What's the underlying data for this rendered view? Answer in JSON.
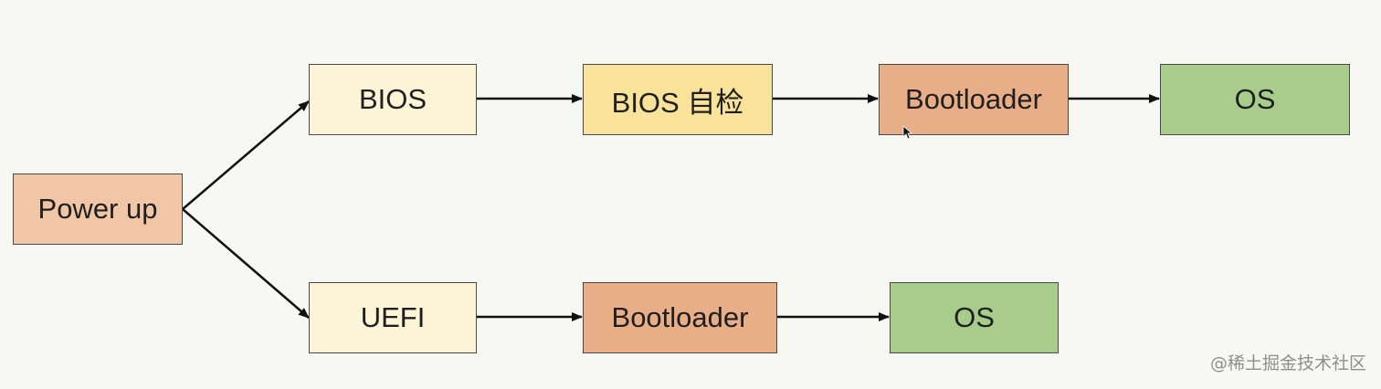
{
  "diagram": {
    "nodes": {
      "power_up": {
        "label": "Power up",
        "color": "#f1c6a6"
      },
      "bios": {
        "label": "BIOS",
        "color": "#fdf3d7"
      },
      "bios_post": {
        "label": "BIOS 自检",
        "color": "#f9e29a"
      },
      "bootloader_top": {
        "label": "Bootloader",
        "color": "#e8ae88"
      },
      "os_top": {
        "label": "OS",
        "color": "#a8cc8c"
      },
      "uefi": {
        "label": "UEFI",
        "color": "#fdf3d7"
      },
      "bootloader_bottom": {
        "label": "Bootloader",
        "color": "#e8ae88"
      },
      "os_bottom": {
        "label": "OS",
        "color": "#a8cc8c"
      }
    },
    "edges": [
      [
        "power_up",
        "bios"
      ],
      [
        "power_up",
        "uefi"
      ],
      [
        "bios",
        "bios_post"
      ],
      [
        "bios_post",
        "bootloader_top"
      ],
      [
        "bootloader_top",
        "os_top"
      ],
      [
        "uefi",
        "bootloader_bottom"
      ],
      [
        "bootloader_bottom",
        "os_bottom"
      ]
    ]
  },
  "watermark": "@稀土掘金技术社区"
}
